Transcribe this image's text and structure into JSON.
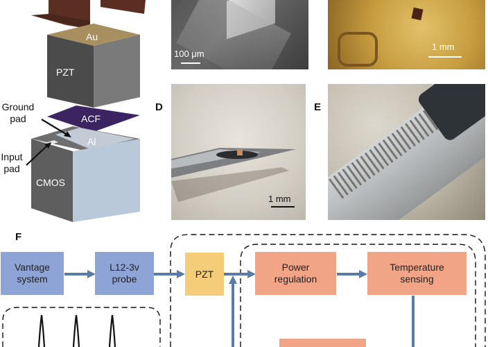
{
  "panel_a": {
    "layers": [
      "Au",
      "PZT",
      "ACF",
      "Al",
      "CMOS"
    ],
    "annotations": {
      "ground_pad": "Ground\npad",
      "input_pad": "Input\npad"
    }
  },
  "panel_b": {
    "scalebar": "100 μm"
  },
  "panel_c": {
    "scalebar": "1 mm"
  },
  "panel_d": {
    "letter": "D",
    "scalebar": "1 mm"
  },
  "panel_e": {
    "letter": "E"
  },
  "panel_f": {
    "letter": "F",
    "blocks": {
      "vantage": "Vantage system",
      "probe": "L12-3v probe",
      "pzt": "PZT",
      "power": "Power regulation",
      "temp": "Temperature sensing"
    }
  },
  "colors": {
    "blue_block": "#8ea3d6",
    "pzt_block": "#f5cc77",
    "salmon_block": "#f2a487",
    "arrow": "#5a7aa8"
  }
}
